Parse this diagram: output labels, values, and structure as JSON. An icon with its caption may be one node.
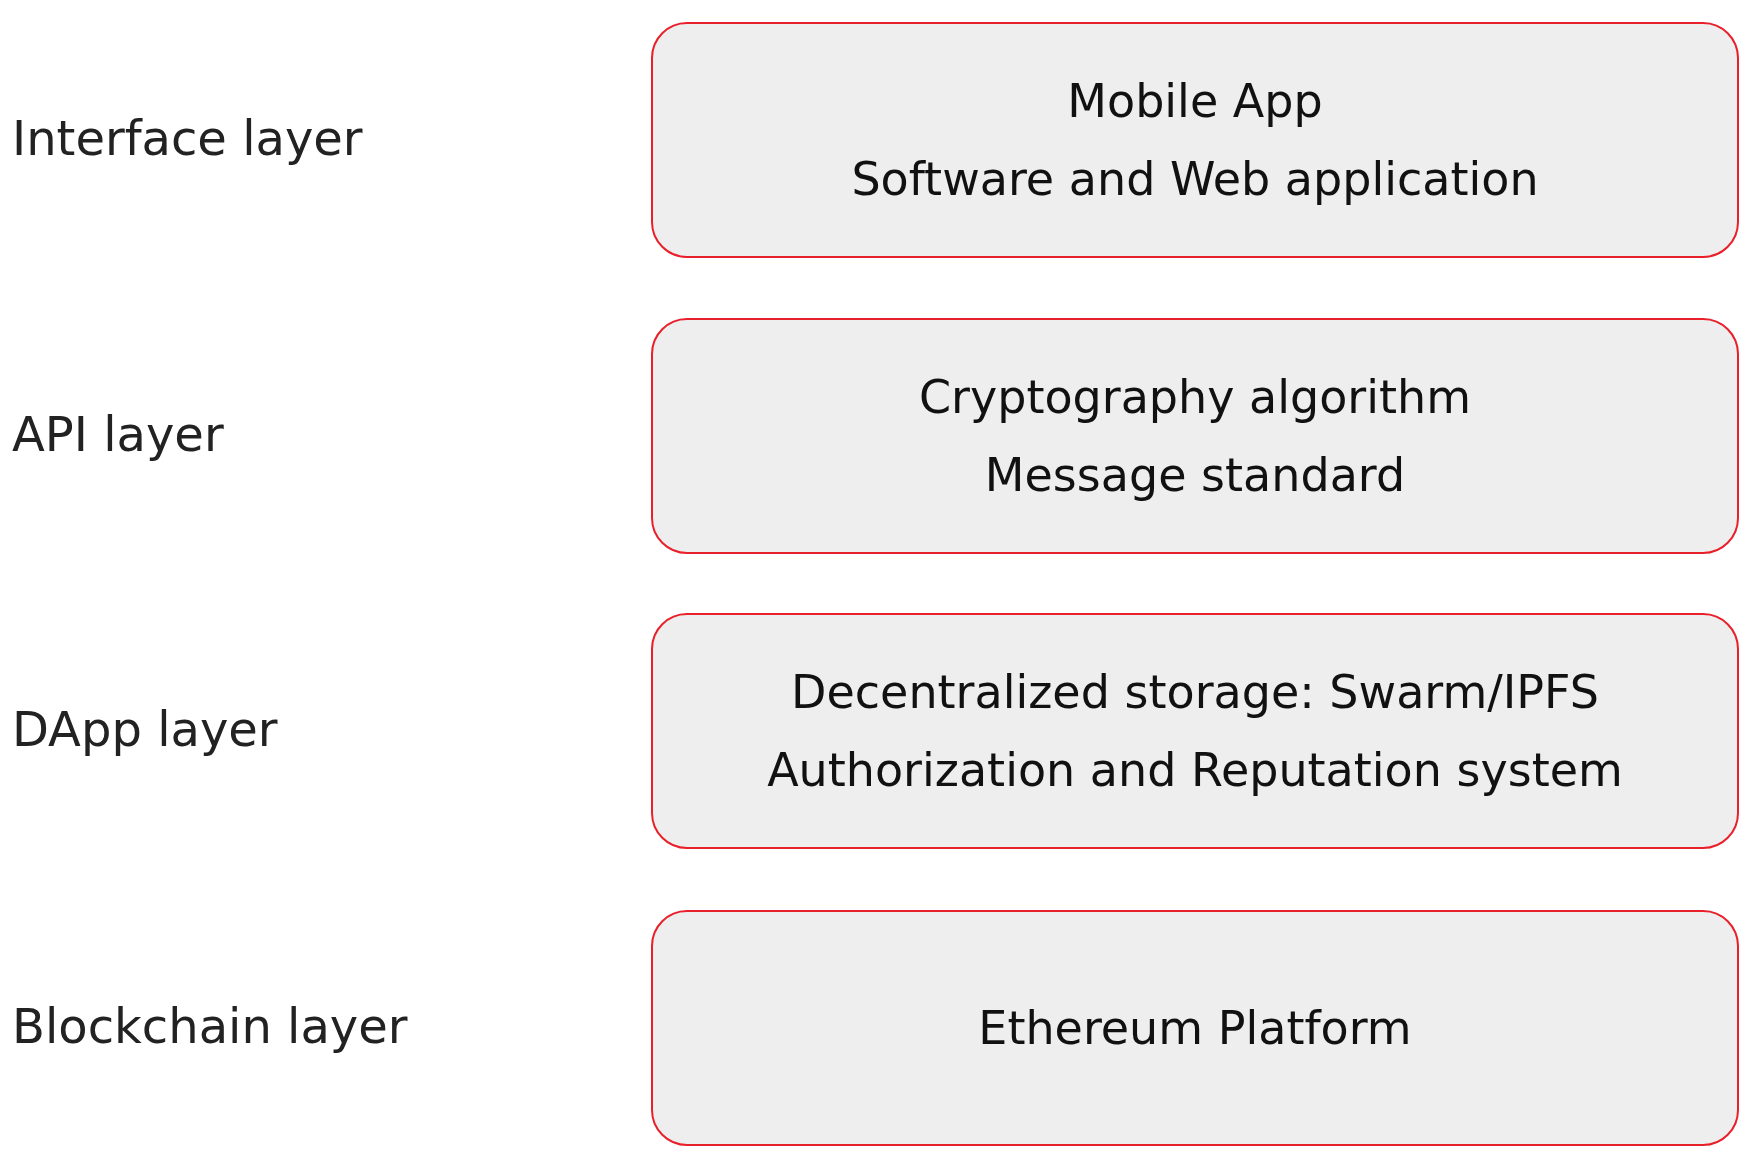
{
  "diagram": {
    "nodes": [
      {
        "text": [
          "Mobile App",
          "Software and Web application"
        ]
      },
      {
        "text": [
          "Cryptography algorithm",
          "Message standard"
        ]
      },
      {
        "text": [
          "Decentralized storage: Swarm/IPFS",
          "Authorization and Reputation system"
        ]
      },
      {
        "text": [
          "Ethereum Platform"
        ]
      }
    ],
    "labels": [
      "Interface layer",
      "API layer",
      "DApp layer",
      "Blockchain layer"
    ]
  }
}
